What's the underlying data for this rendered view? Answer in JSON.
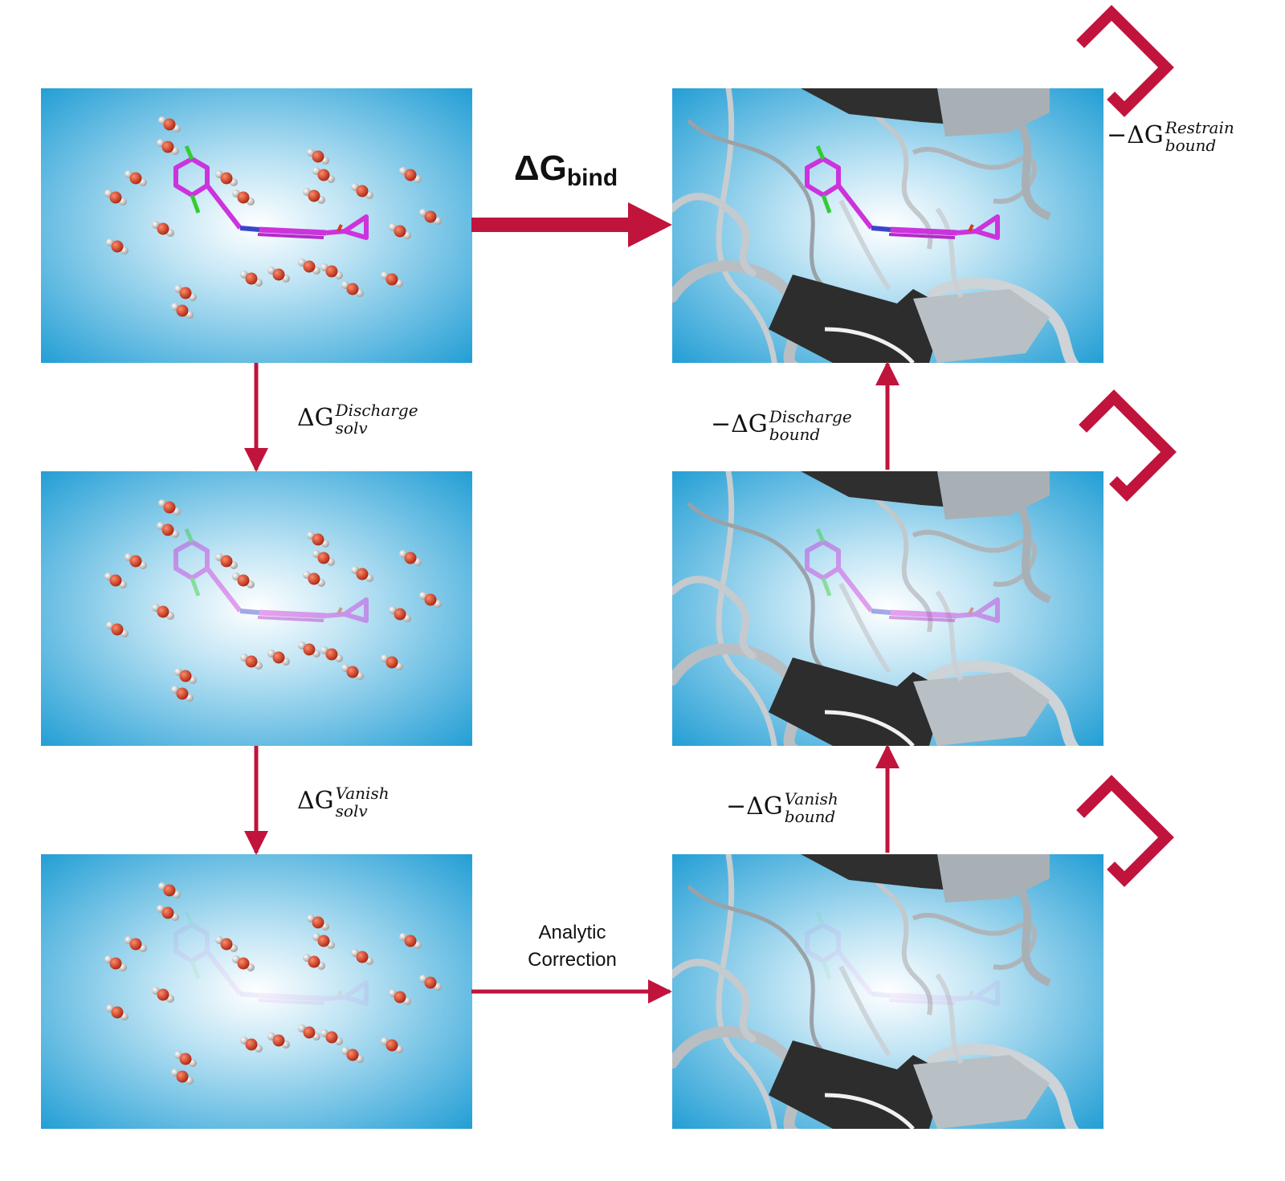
{
  "labels": {
    "bind": {
      "delta": "ΔG",
      "sub": "bind"
    },
    "restrain_bound": {
      "sign": "−",
      "delta": "ΔG",
      "sup": "Restrain",
      "sub": "bound"
    },
    "discharge_solv": {
      "sign": "",
      "delta": "ΔG",
      "sup": "Discharge",
      "sub": "solv"
    },
    "discharge_bound": {
      "sign": "−",
      "delta": "ΔG",
      "sup": "Discharge",
      "sub": "bound"
    },
    "vanish_solv": {
      "sign": "",
      "delta": "ΔG",
      "sup": "Vanish",
      "sub": "solv"
    },
    "vanish_bound": {
      "sign": "−",
      "delta": "ΔG",
      "sup": "Vanish",
      "sub": "bound"
    },
    "analytic_correction": {
      "line1": "Analytic",
      "line2": "Correction"
    }
  },
  "colors": {
    "arrow": "#c0143c",
    "panel_center": "#ffffff",
    "panel_edge": "#1598d2",
    "ligand": "#cc33dd",
    "chlorine": "#33cc33",
    "oxygen": "#d63a1e",
    "hydrogen": "#e6e6e6",
    "protein_dark": "#3a3a3a",
    "protein_light": "#b4b9bd"
  },
  "panels": [
    {
      "name": "solvated-ligand-panel",
      "environment": "water",
      "ligand_opacity": 1.0
    },
    {
      "name": "solvated-discharged-panel",
      "environment": "water",
      "ligand_opacity": 0.45
    },
    {
      "name": "solvated-vanished-panel",
      "environment": "water",
      "ligand_opacity": 0.08
    },
    {
      "name": "bound-ligand-panel",
      "environment": "protein",
      "ligand_opacity": 1.0
    },
    {
      "name": "bound-discharged-panel",
      "environment": "protein",
      "ligand_opacity": 0.45
    },
    {
      "name": "bound-vanished-panel",
      "environment": "protein",
      "ligand_opacity": 0.08
    }
  ],
  "restraint_icons": [
    "restraint-icon-top",
    "restraint-icon-middle",
    "restraint-icon-bottom"
  ]
}
